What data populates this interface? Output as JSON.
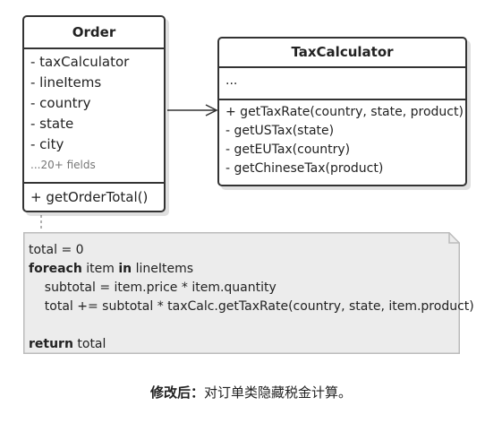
{
  "order_class": {
    "name": "Order",
    "attributes": [
      "- taxCalculator",
      "- lineItems",
      "- country",
      "- state",
      "- city"
    ],
    "more_fields": "...20+ fields",
    "methods": [
      "+ getOrderTotal()"
    ]
  },
  "tax_class": {
    "name": "TaxCalculator",
    "fields": "...",
    "methods": [
      "+ getTaxRate(country, state, product)",
      "- getUSTax(state)",
      "- getEUTax(country)",
      "- getChineseTax(product)"
    ]
  },
  "note": {
    "line1": "total = 0",
    "foreach_kw": "foreach",
    "item_text": " item ",
    "in_kw": "in",
    "lineitems_text": " lineItems",
    "line3": "    subtotal = item.price * item.quantity",
    "line4": "    total += subtotal * taxCalc.getTaxRate(country, state, item.product)",
    "return_kw": "return",
    "return_text": " total"
  },
  "caption": {
    "bold": "修改后：",
    "text": "对订单类隐藏税金计算。"
  }
}
